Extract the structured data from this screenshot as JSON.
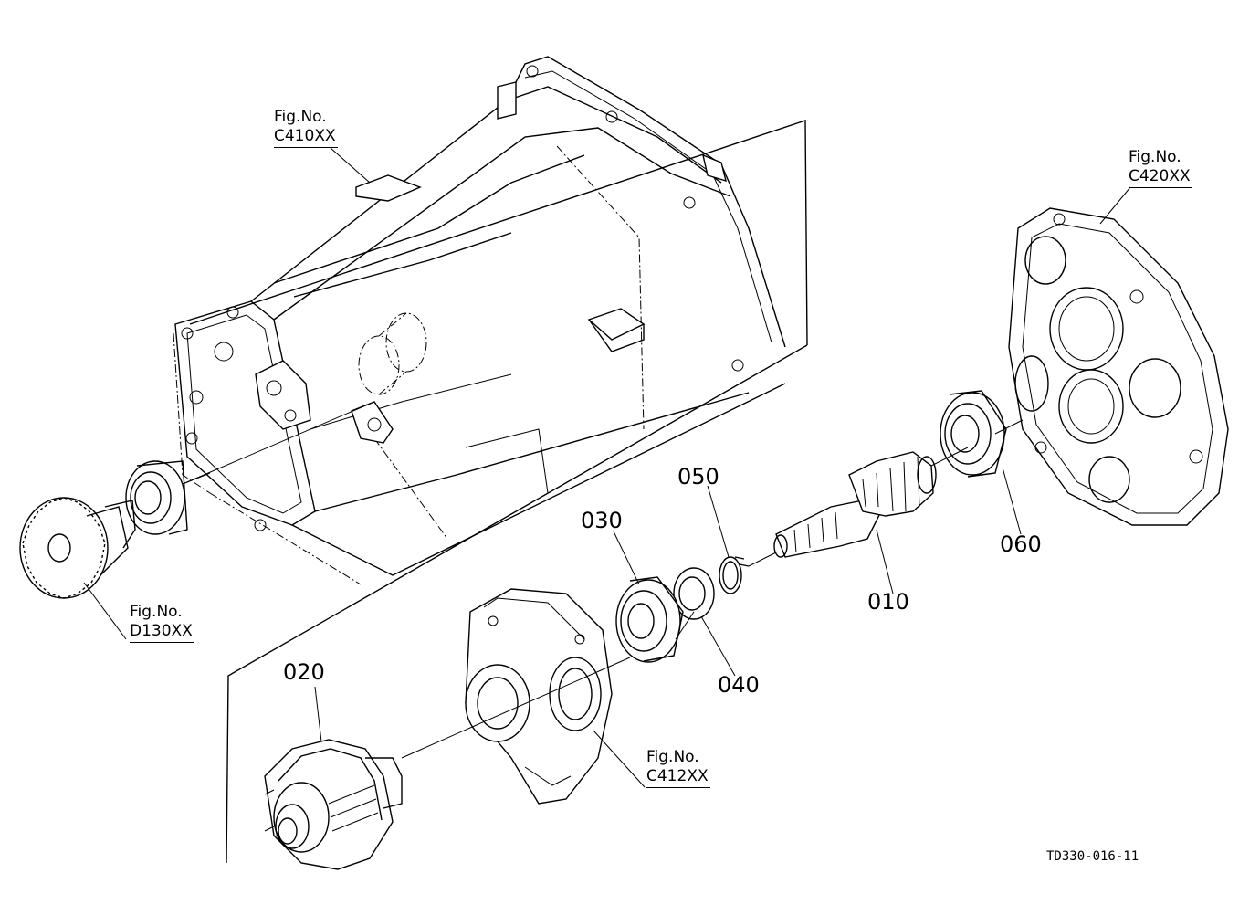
{
  "parts": [
    {
      "id": "p010",
      "label": "010"
    },
    {
      "id": "p020",
      "label": "020"
    },
    {
      "id": "p030",
      "label": "030"
    },
    {
      "id": "p040",
      "label": "040"
    },
    {
      "id": "p050",
      "label": "050"
    },
    {
      "id": "p060",
      "label": "060"
    }
  ],
  "figure_refs": [
    {
      "id": "c410",
      "prefix": "Fig.No.",
      "code": "C410XX"
    },
    {
      "id": "c420",
      "prefix": "Fig.No.",
      "code": "C420XX"
    },
    {
      "id": "d130",
      "prefix": "Fig.No.",
      "code": "D130XX"
    },
    {
      "id": "c412",
      "prefix": "Fig.No.",
      "code": "C412XX"
    }
  ],
  "drawing_ref": "TD330-016-11"
}
